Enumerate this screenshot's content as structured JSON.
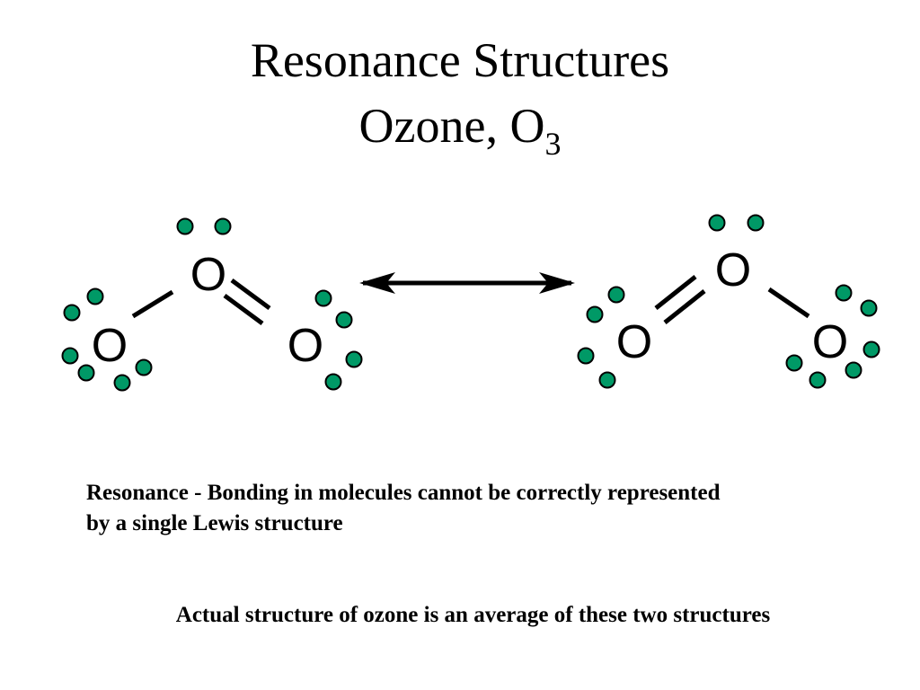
{
  "title": {
    "line1": "Resonance Structures",
    "line2_main": "Ozone, O",
    "line2_subscript": "3"
  },
  "diagram": {
    "atom_symbol": "O",
    "electron_color": "#009966",
    "line_color": "#000000",
    "arrow": "double-headed resonance arrow"
  },
  "text": {
    "definition_line1": "Resonance - Bonding in molecules cannot be correctly represented",
    "definition_line2": "by a single Lewis structure",
    "conclusion": "Actual structure of ozone is an average of these two structures"
  }
}
